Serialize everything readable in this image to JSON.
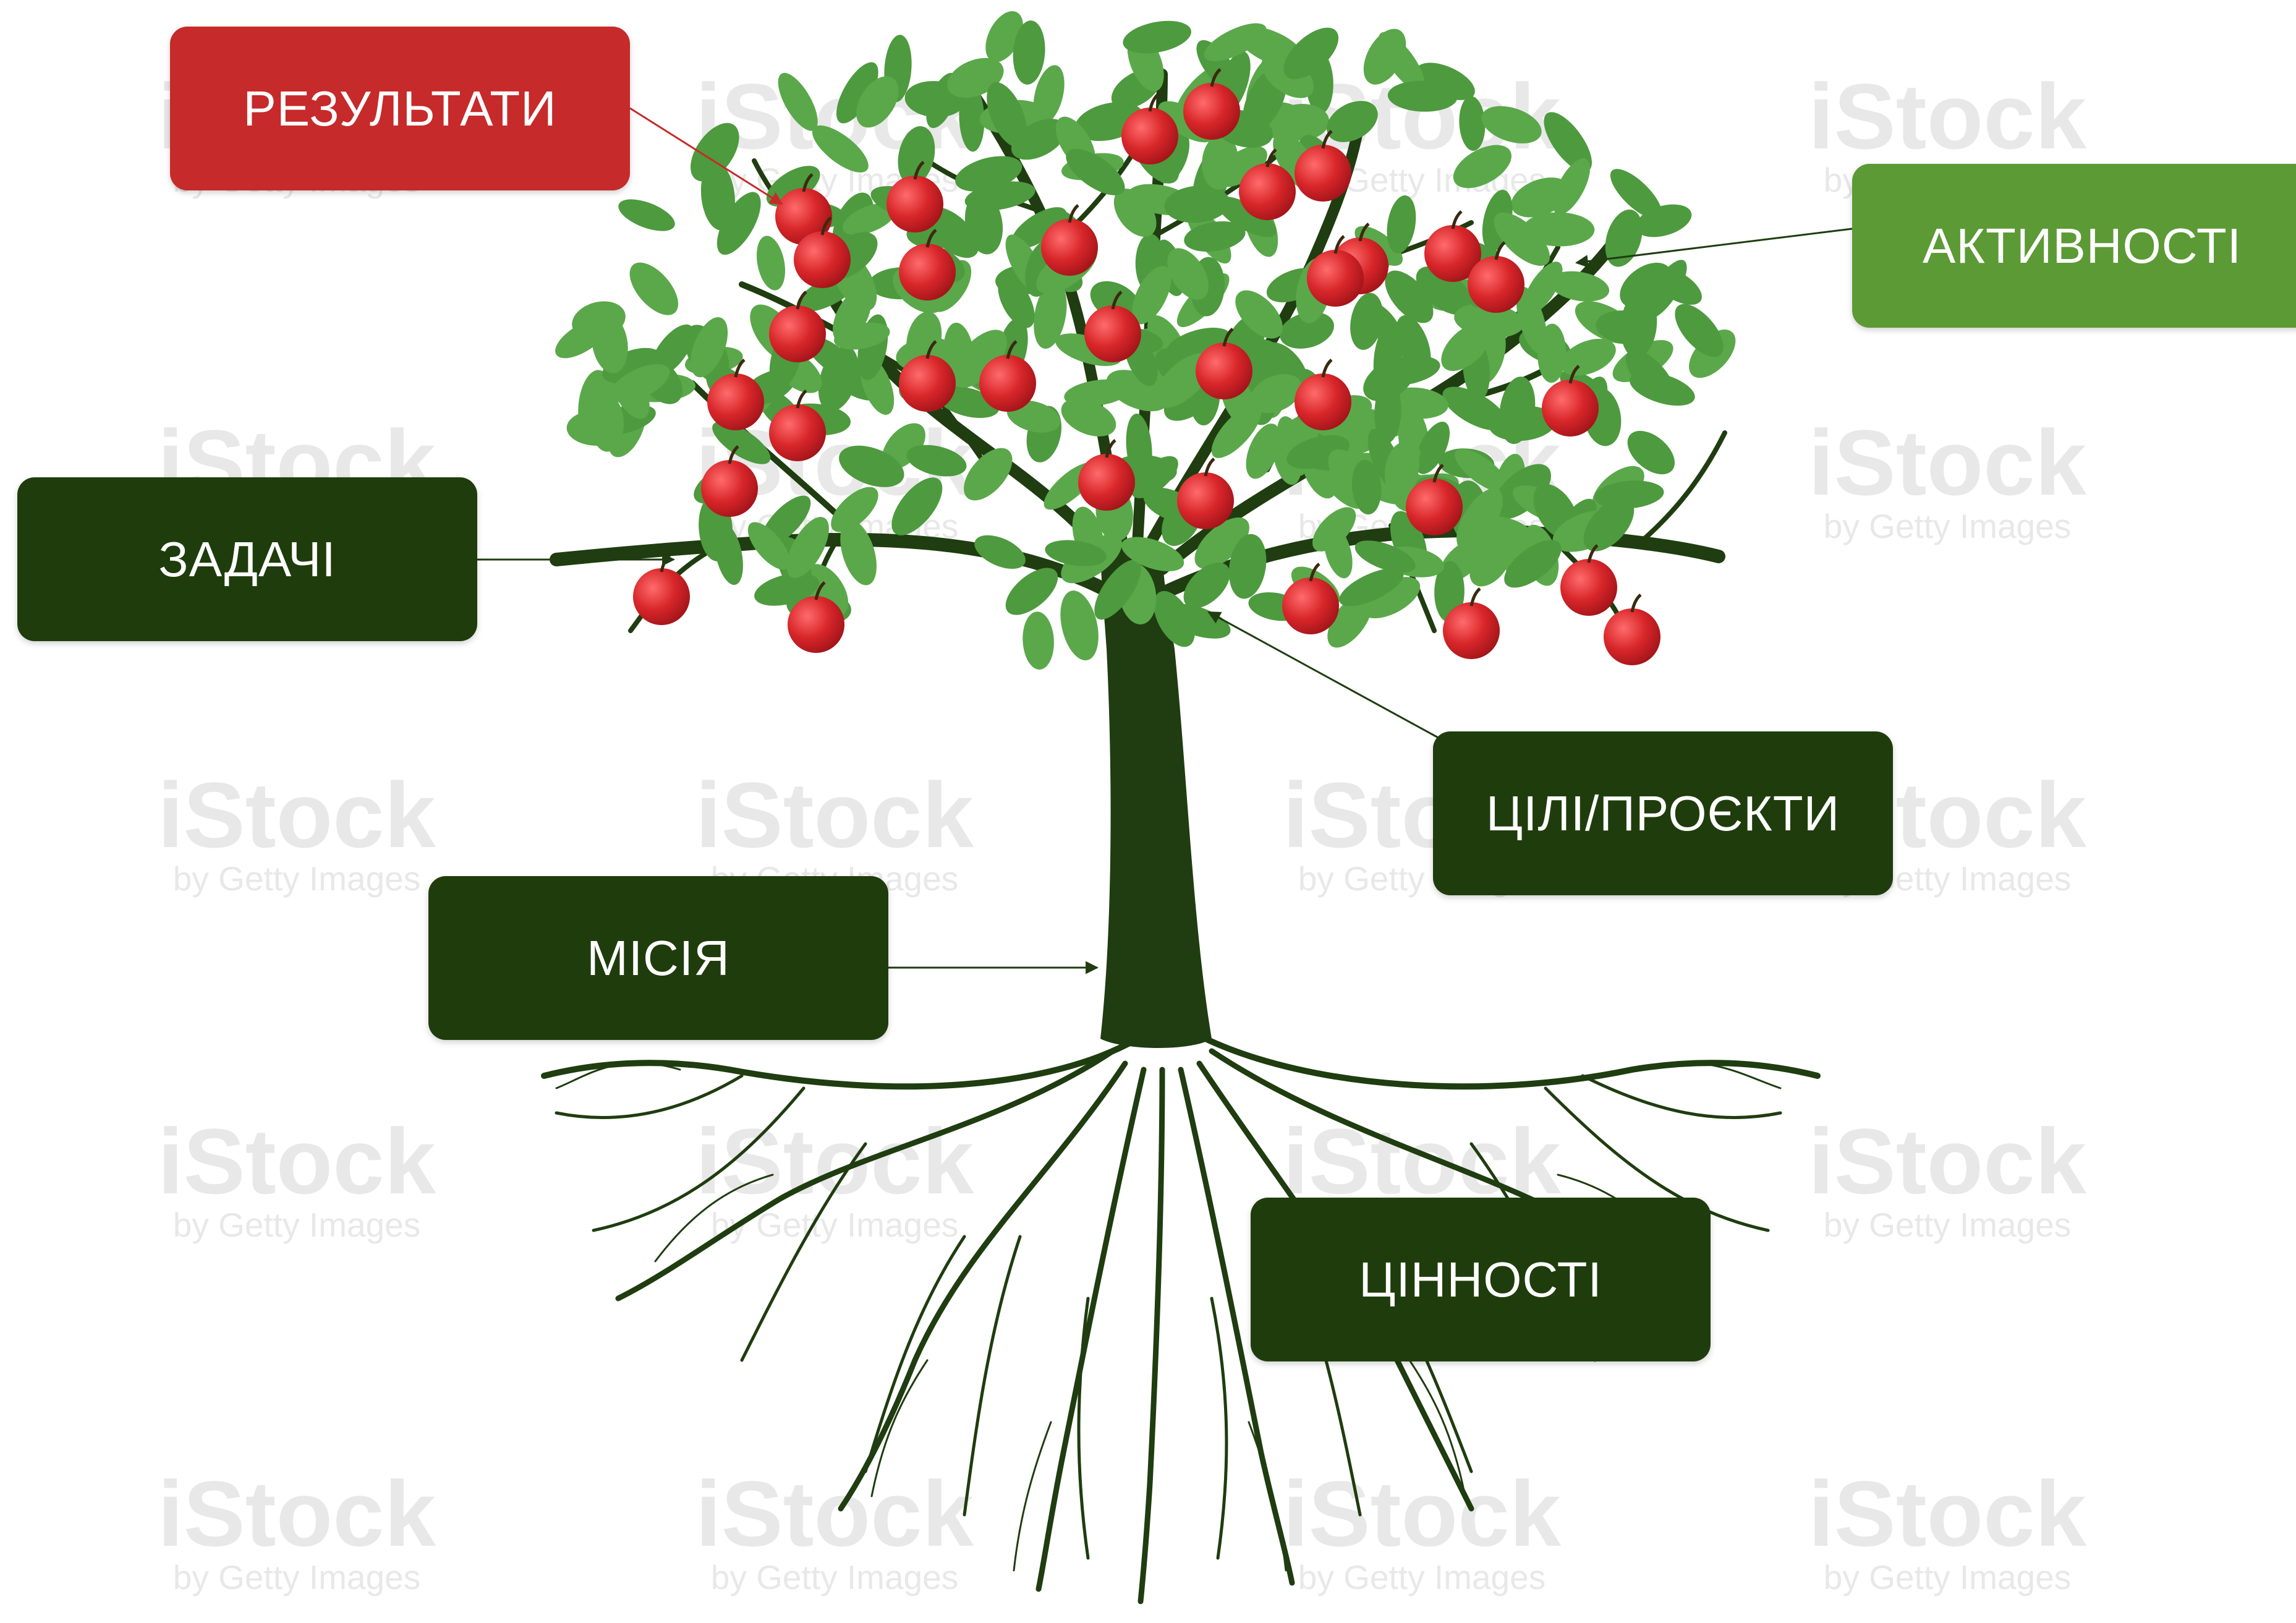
{
  "diagram": {
    "labels": {
      "results": "РЕЗУЛЬТАТИ",
      "activities": "АКТИВНОСТІ",
      "tasks": "ЗАДАЧІ",
      "goals": "ЦІЛІ/ПРОЄКТИ",
      "mission": "МІСІЯ",
      "values": "ЦІННОСТІ"
    },
    "watermark": {
      "brand": "iStock",
      "byline": "by Getty Images"
    }
  },
  "colors": {
    "results_box": "#c62a2a",
    "activities_box": "#5c9a35",
    "dark_box": "#1f3d0c",
    "trunk": "#1f3d10",
    "leaf": "#5aa84a",
    "apple": "#d8262a"
  }
}
